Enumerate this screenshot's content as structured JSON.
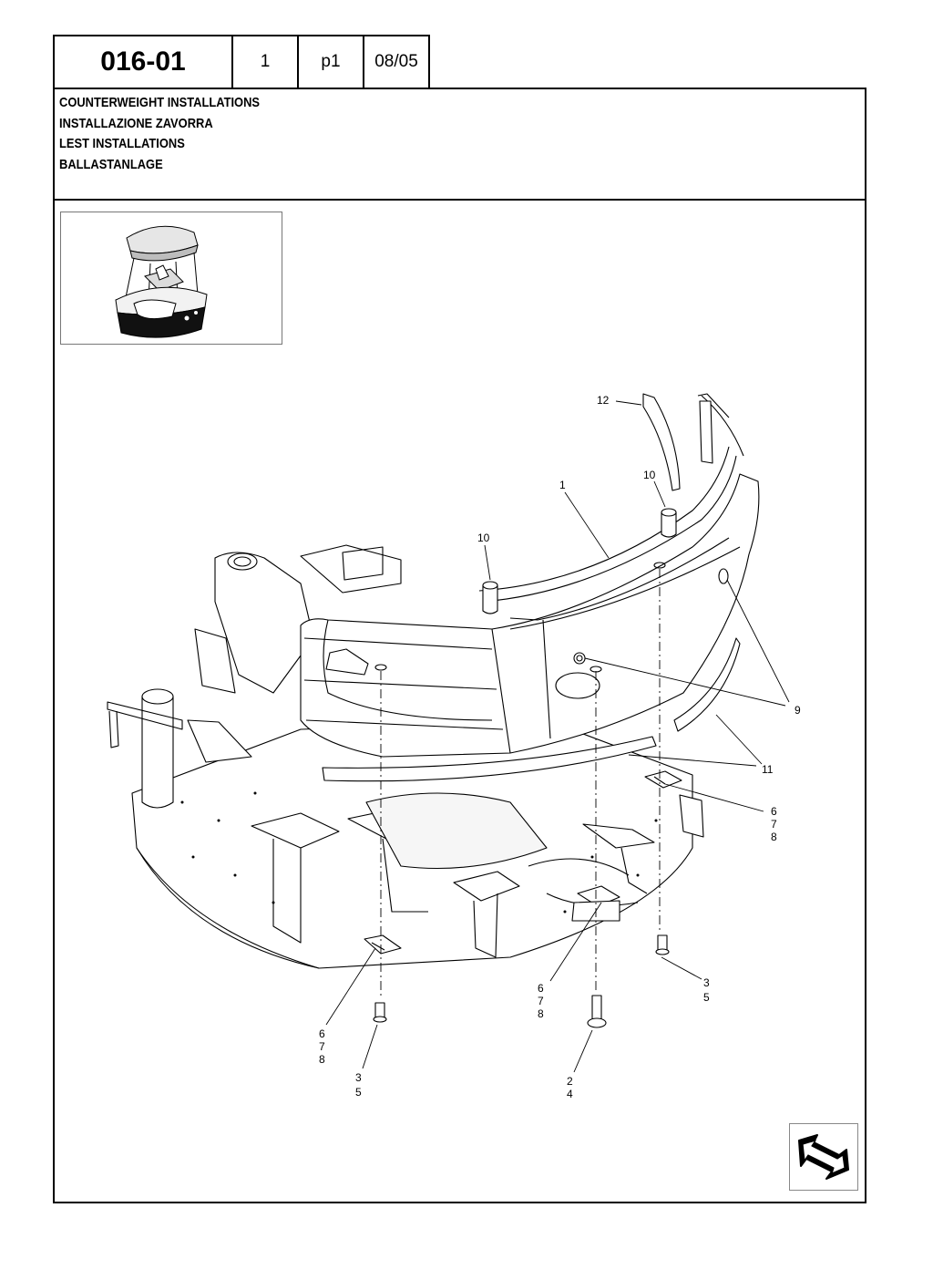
{
  "header": {
    "code": "016-01",
    "sheet": "1",
    "page": "p1",
    "date": "08/05"
  },
  "titles": [
    "COUNTERWEIGHT INSTALLATIONS",
    "INSTALLAZIONE ZAVORRA",
    "LEST INSTALLATIONS",
    "BALLASTANLAGE"
  ],
  "callouts": {
    "c12": "12",
    "c10a": "10",
    "c1": "1",
    "c10b": "10",
    "c9": "9",
    "c11": "11",
    "c678r_6": "6",
    "c678r_7": "7",
    "c678r_8": "8",
    "c35r_3": "3",
    "c35r_5": "5",
    "c678m_6": "6",
    "c678m_7": "7",
    "c678m_8": "8",
    "c678l_6": "6",
    "c678l_7": "7",
    "c678l_8": "8",
    "c35l_3": "3",
    "c35l_5": "5",
    "c24_2": "2",
    "c24_4": "4"
  },
  "icons": {
    "thumbnail": "machine-overview-icon",
    "navigation": "next-page-arrow-icon"
  }
}
